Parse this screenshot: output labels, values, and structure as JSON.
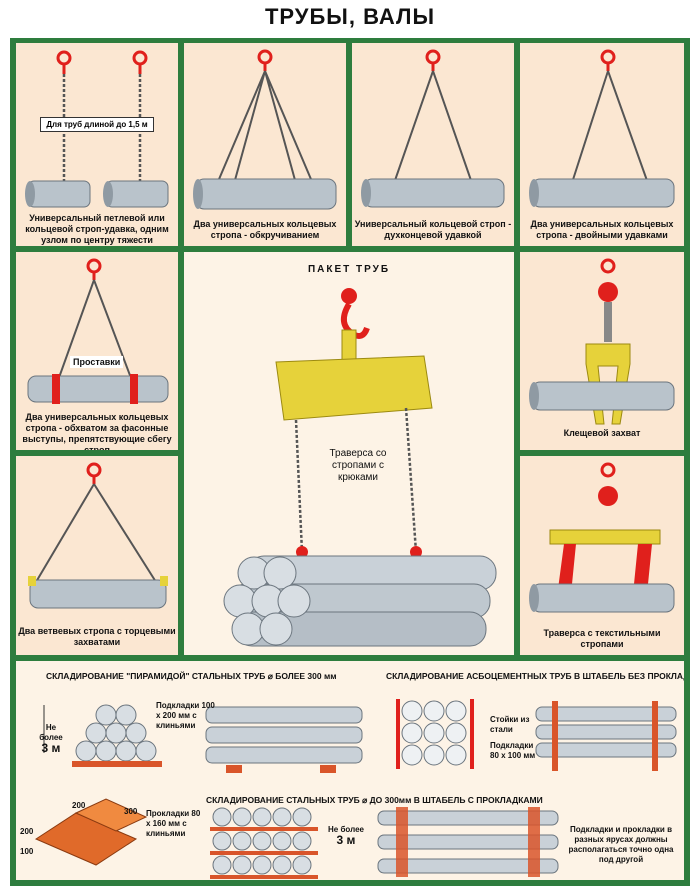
{
  "title": "ТРУБЫ, ВАЛЫ",
  "cells": {
    "c1": {
      "caption": "Универсальный петлевой или кольцевой строп-удавка, одним узлом по центру тяжести",
      "sign": "Для труб длиной до 1,5 м"
    },
    "c2": {
      "caption": "Два универсальных кольцевых стропа - обкручиванием"
    },
    "c3": {
      "caption": "Универсальный кольцевой строп - духконцевой удавкой"
    },
    "c4": {
      "caption": "Два универсальных кольцевых стропа - двойными удавками"
    },
    "c5": {
      "caption": "Два универсальных кольцевых стропа - обхватом за фасонные выступы, препятствующие сбегу строп",
      "label": "Проставки"
    },
    "c6": {
      "caption": "Клещевой захват"
    },
    "c7": {
      "caption": "Два ветвевых стропа с торцевыми захватами"
    },
    "c8": {
      "caption": "Траверса с текстильными стропами"
    },
    "center": {
      "title": "ПАКЕТ ТРУБ",
      "label": "Траверса со стропами с крюками"
    }
  },
  "storage": {
    "pyramid": {
      "header": "СКЛАДИРОВАНИЕ \"ПИРАМИДОЙ\" СТАЛЬНЫХ ТРУБ  ⌀  БОЛЕЕ 300 мм",
      "height_label": "Не более",
      "height_value": "3 м",
      "pads_label": "Подкладки 100 х 200 мм с клиньями"
    },
    "asbestos": {
      "header": "СКЛАДИРОВАНИЕ АСБОЦЕМЕНТНЫХ ТРУБ В ШТАБЕЛЬ БЕЗ ПРОКЛАДОК",
      "posts_label": "Стойки из стали",
      "pads_label": "Подкладки 80 х 100 мм"
    },
    "steel": {
      "header": "СКЛАДИРОВАНИЕ СТАЛЬНЫХ ТРУБ  ⌀  ДО 300мм В ШТАБЕЛЬ С ПРОКЛАДКАМИ",
      "pads_label": "Прокладки 80 х 160 мм с клиньями",
      "height_label": "Не более",
      "height_value": "3 м",
      "note": "Подкладки и прокладки в разных ярусах должны располагаться точно одна под другой",
      "dim_200": "200",
      "dim_300": "300",
      "dim_100": "100",
      "dim_200b": "200"
    }
  },
  "colors": {
    "frame": "#2e7d3e",
    "cell_bg": "#fbe7d2",
    "pipe": "#b9c3cb",
    "hook": "#e0201c",
    "traverse": "#e6d23a",
    "pad": "#d9552a"
  }
}
